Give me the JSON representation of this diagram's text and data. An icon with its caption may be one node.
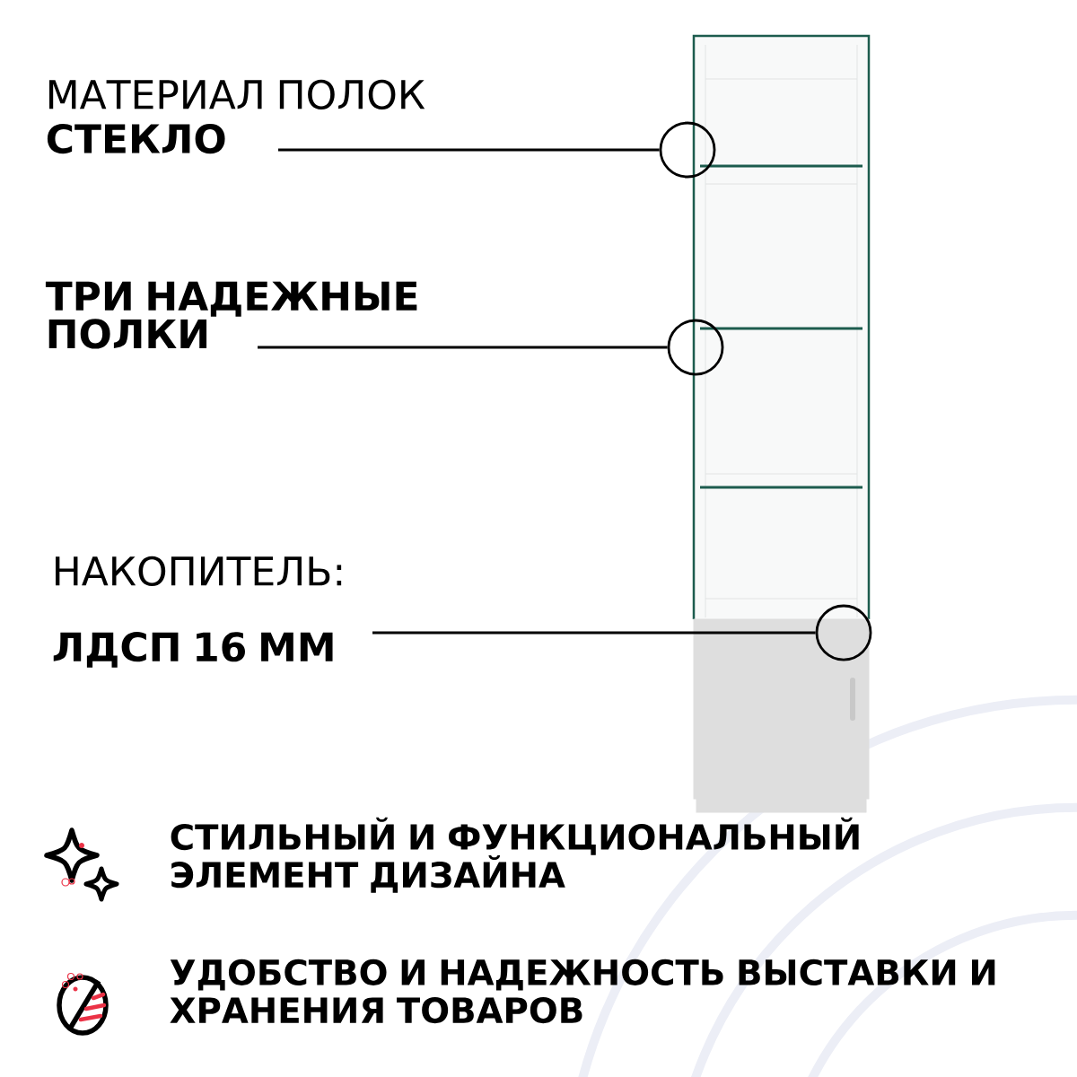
{
  "diagram": {
    "nodes": [
      {
        "text": [
          "МАТЕРИАЛ ПОЛОК",
          "СТЕКЛО"
        ]
      },
      {
        "text": [],
        "shape": "circle"
      },
      {
        "text": [
          "ТРИ НАДЕЖНЫЕ ПОЛКИ"
        ]
      },
      {
        "text": [],
        "shape": "circle"
      },
      {
        "text": [
          "НАКОПИТЕЛЬ:",
          "ЛДСП 16 ММ"
        ]
      },
      {
        "text": [],
        "shape": "circle"
      }
    ],
    "edges": [
      {
        "from": 0,
        "to": 1,
        "arrow": "none"
      },
      {
        "from": 2,
        "to": 3,
        "arrow": "none"
      },
      {
        "from": 4,
        "to": 5,
        "arrow": "none"
      }
    ],
    "labels": [
      "СТИЛЬНЫЙ И ФУНКЦИОНАЛЬНЫЙ ЭЛЕМЕНТ ДИЗАЙНА",
      "УДОБСТВО И НАДЕЖНОСТЬ ВЫСТАВКИ И ХРАНЕНИЯ ТОВАРОВ"
    ]
  }
}
